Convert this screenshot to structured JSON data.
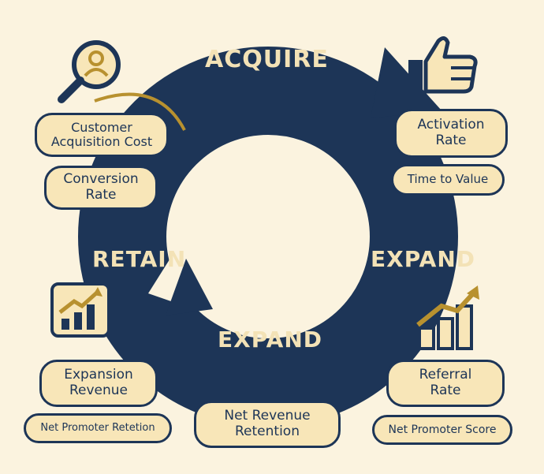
{
  "stages": {
    "acquire": "ACQUIRE",
    "retain": "RETAIN",
    "expand_right": "EXPAND",
    "expand_bottom": "EXPAND"
  },
  "metrics": {
    "customer_acquisition_cost": "Customer\nAcquisition Cost",
    "conversion_rate": "Conversion\nRate",
    "activation_rate": "Activation\nRate",
    "time_to_value": "Time to Value",
    "expansion_revenue": "Expansion\nRevenue",
    "net_promoter_retetion": "Net Promoter Retetion",
    "net_revenue_retention": "Net Revenue\nRetention",
    "referral_rate": "Referral\nRate",
    "net_promoter_score": "Net Promoter Score"
  },
  "icons": {
    "top_left": "magnifier-user-icon",
    "top_right": "thumbs-up-icon",
    "bottom_left": "growth-chart-icon",
    "bottom_right": "bar-chart-arrow-icon"
  },
  "colors": {
    "background": "#fbf3df",
    "navy": "#1d3557",
    "gold": "#b8912f",
    "pill_fill": "#f8e6b8",
    "label": "#f3e2b6"
  }
}
